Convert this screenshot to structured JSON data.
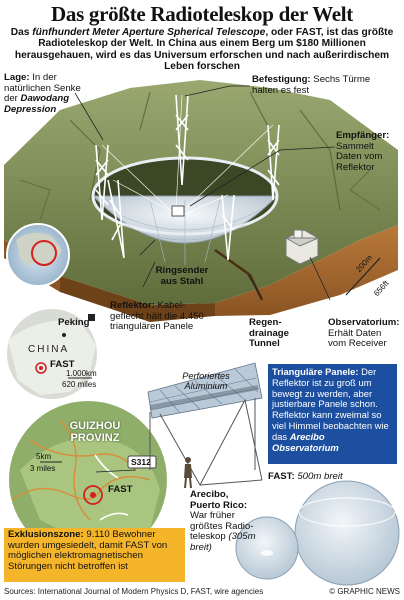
{
  "title": "Das größte Radioteleskop der Welt",
  "intro": {
    "prefix": "Das ",
    "telescope_name": "fünfhundert Meter Aperture Spherical Telescope",
    "body": ", oder FAST, ist das größte Radioteleskop der Welt. In China aus einem Berg um $180 Millionen herausgehauen, wird es das Universum erforschen und nach außerirdischem Leben forschen"
  },
  "labels": {
    "lage": {
      "head": "Lage:",
      "text": " In der natürlichen Senke der ",
      "place": "Dawodang Depression"
    },
    "befestigung": {
      "head": "Befestigung:",
      "text": " Sechs Türme halten es fest"
    },
    "empfaenger": {
      "head": "Empfänger:",
      "text": "Sammelt Daten vom Reflektor"
    },
    "ringsender": {
      "text": "Ringsender aus Stahl"
    },
    "reflektor": {
      "head": "Reflektor:",
      "text": " Kabel-geflecht hält die 4.450 triangulären Panele"
    },
    "regen": {
      "head": "Regen-drainage Tunnel"
    },
    "observatorium": {
      "head": "Observatorium:",
      "text": "Erhält Daten vom Receiver"
    },
    "panele": {
      "head": "Trianguläre Panele:",
      "text": " Der Reflektor ist zu groß um bewegt zu werden, aber justierbare Panele schon. Reflektor kann zweimal so viel Himmel beobachten wie das ",
      "arecibo": "Arecibo Observatorium"
    },
    "aluminium": {
      "text": "Perforiertes Aluminium"
    },
    "fast_size": {
      "head": "FAST:",
      "text": " 500m breit"
    },
    "arecibo_size": {
      "head": "Arecibo, Puerto Rico:",
      "text": " War früher größtes Radio-teleskop ",
      "width": "(305m breit)"
    },
    "exklusion": {
      "head": "Exklusionszone:",
      "text": " 9.110 Bewohner wurden umgesiedelt, damit FAST von möglichen elektromagnetischen Störungen nicht betroffen ist"
    }
  },
  "scale": {
    "metric": "200m",
    "imperial": "656ft"
  },
  "map_china": {
    "country": "CHINA",
    "capital": "Peking",
    "site": "FAST",
    "scale_metric": "1.000km",
    "scale_imperial": "620 miles"
  },
  "map_guizhou": {
    "province": "GUIZHOU PROVINZ",
    "road": "S312",
    "site": "FAST",
    "scale_metric": "5km",
    "scale_imperial": "3 miles"
  },
  "footer": {
    "sources": "Sources: International Journal of Modern Physics D, FAST, wire agencies",
    "copyright": "© GRAPHIC NEWS"
  },
  "colors": {
    "blue_panel": "#1d4fa0",
    "orange_box": "#f5b52a",
    "terrain_green": "#7d8e54",
    "soil_brown": "#a4672e",
    "dish": "#dfe7ee",
    "locator_red": "#d42020"
  }
}
